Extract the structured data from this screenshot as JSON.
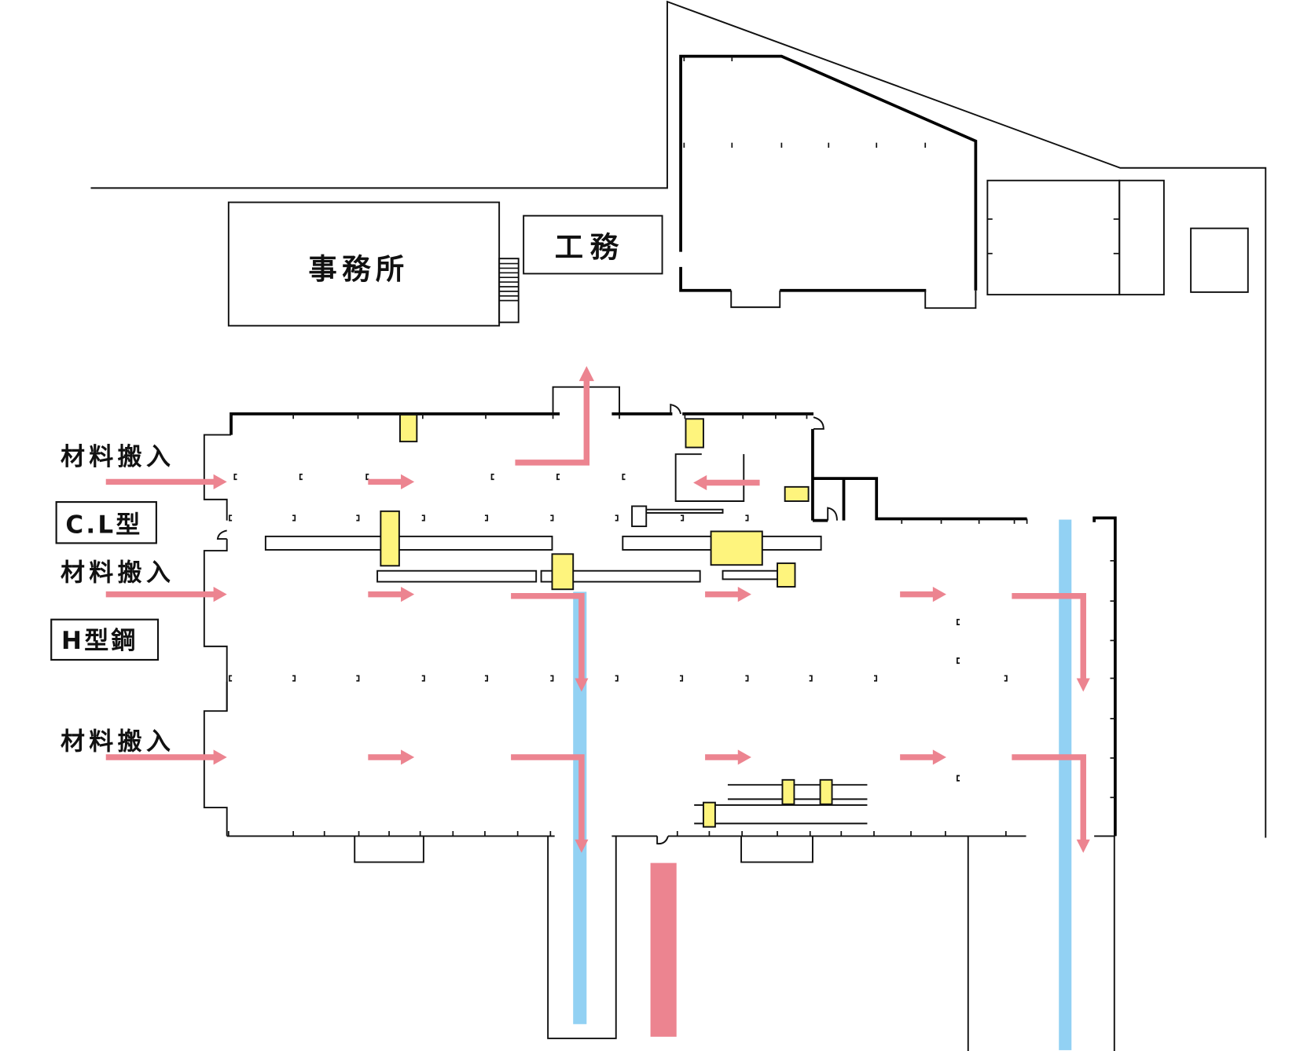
{
  "title": "工場レイアウト",
  "buildings": {
    "office": "事務所",
    "engineering": "工務"
  },
  "labels": {
    "material_in_1": "材料搬入",
    "material_in_2": "材料搬入",
    "material_in_3": "材料搬入",
    "cl_type": "C.L型",
    "h_beam": "H型鋼"
  },
  "colors": {
    "flow_arrow": "#ec8490",
    "crane_rail": "#92d1f3",
    "equipment": "#fef47d",
    "wall": "#000000"
  },
  "legend_semantics": {
    "pink_arrow": "material-flow",
    "blue_bar": "crane-rail",
    "yellow_box": "machine"
  }
}
